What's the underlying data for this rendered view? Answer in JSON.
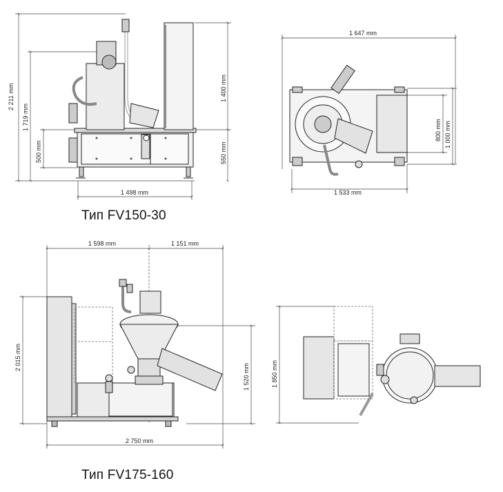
{
  "top": {
    "side_view": {
      "dims": {
        "total_height": "2 211 mm",
        "height_mid": "1 719 mm",
        "height_low": "500 mm",
        "panel_height": "1 400 mm",
        "base_height": "550 mm",
        "width": "1 498 mm"
      }
    },
    "plan_view": {
      "dims": {
        "width_top": "1 647 mm",
        "depth_inner": "800 mm",
        "depth_outer": "1 000 mm",
        "width_bottom": "1 533 mm"
      }
    },
    "caption": "Тип FV150-30"
  },
  "bottom": {
    "side_view": {
      "dims": {
        "width_left": "1 598 mm",
        "width_right": "1 151 mm",
        "total_height": "2 015 mm",
        "hopper_height": "1 520 mm",
        "total_width": "2 750 mm"
      }
    },
    "plan_view": {
      "dims": {
        "height": "1 850 mm"
      }
    },
    "caption": "Тип FV175-160"
  }
}
